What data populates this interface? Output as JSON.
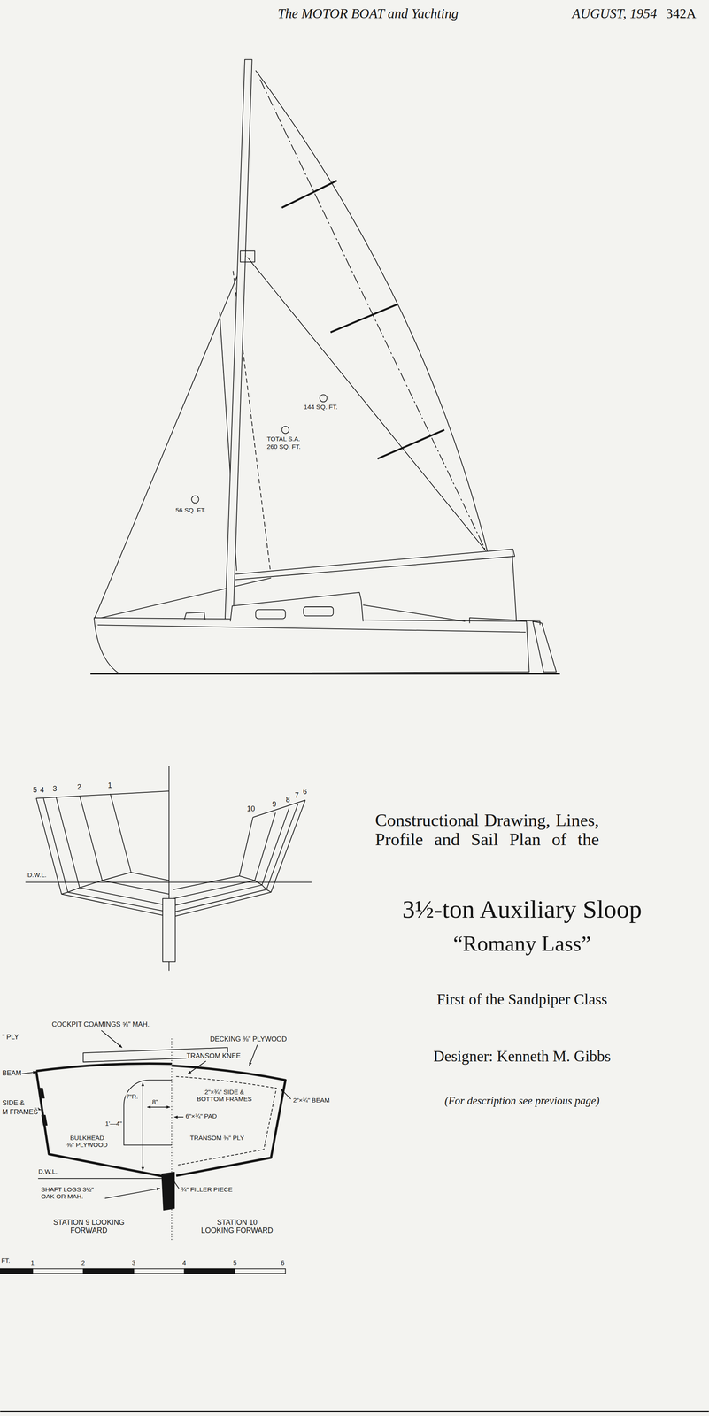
{
  "diagram": {
    "title": "3½-ton Auxiliary Sloop",
    "labels": [
      "The MOTOR BOAT and Yachting",
      "AUGUST, 1954",
      "342A",
      "144 SQ. FT.",
      "TOTAL S.A.",
      "260 SQ. FT.",
      "56 SQ. FT.",
      "5",
      "4",
      "3",
      "2",
      "1",
      "10",
      "9",
      "8",
      "7",
      "6",
      "D.W.L.",
      "COCKPIT COAMINGS ⅝\" MAH.",
      "DECKING ⅜\" PLYWOOD",
      "\" PLY",
      "BEAM",
      "SIDE &",
      "M FRAMES",
      "TRANSOM KNEE",
      "7\"R.",
      "8\"",
      "1'—4\"",
      "BULKHEAD ⅜\" PLYWOOD",
      "2\"×¾\" SIDE & BOTTOM FRAMES",
      "6\"×¾\" PAD",
      "TRANSOM ⅜\" PLY",
      "2\"×¾\" BEAM",
      "D.W.L.",
      "SHAFT LOGS 3½\" OAK OR MAH.",
      "¾\" FILLER PIECE",
      "STATION 9 LOOKING FORWARD",
      "STATION 10 LOOKING FORWARD",
      "FT.",
      "1",
      "2",
      "3",
      "4",
      "5",
      "6",
      "Constructional Drawing, Lines, Profile and Sail Plan of the",
      "First of the Sandpiper Class",
      "Designer: Kenneth M. Gibbs",
      "(For description see previous page)",
      "“Romany Lass”"
    ]
  }
}
